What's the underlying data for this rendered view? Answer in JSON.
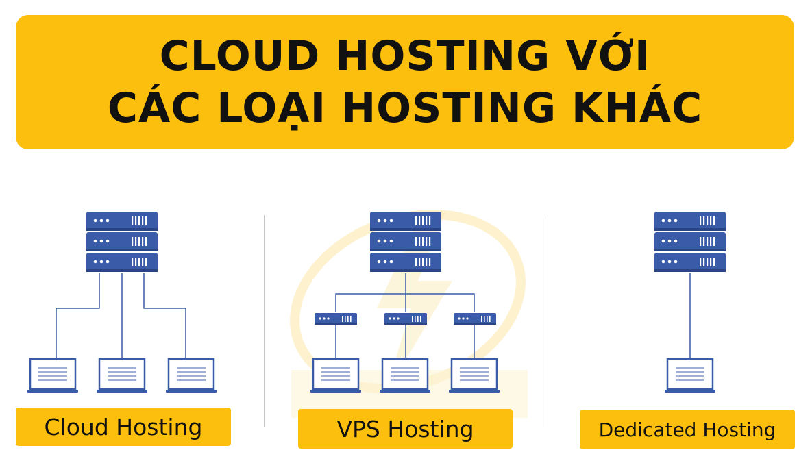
{
  "header": {
    "title_line1": "CLOUD HOSTING VỚI",
    "title_line2": "CÁC LOẠI HOSTING KHÁC"
  },
  "panels": [
    {
      "label": "Cloud Hosting"
    },
    {
      "label": "VPS Hosting"
    },
    {
      "label": "Dedicated Hosting"
    }
  ],
  "colors": {
    "accent": "#fdbf0d",
    "server_blue": "#3a5ba8",
    "line_blue": "#3a5ba8"
  }
}
